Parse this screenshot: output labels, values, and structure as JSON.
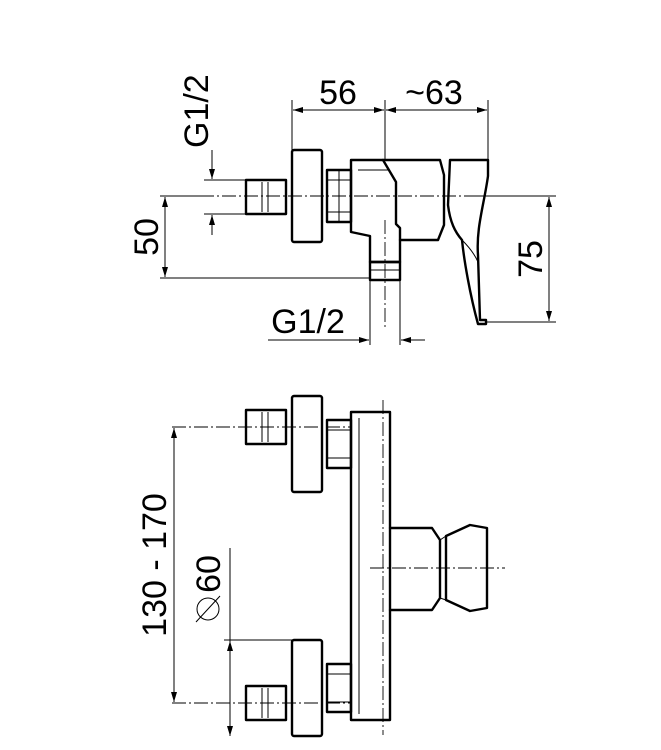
{
  "top_view": {
    "dim_width_left": "56",
    "dim_width_right": "~63",
    "dim_inlet_thread": "G1/2",
    "dim_inlet_height": "50",
    "dim_outlet_thread": "G1/2",
    "dim_handle_height": "75"
  },
  "front_view": {
    "dim_centers": "130 - 170",
    "dim_diameter": "60"
  }
}
